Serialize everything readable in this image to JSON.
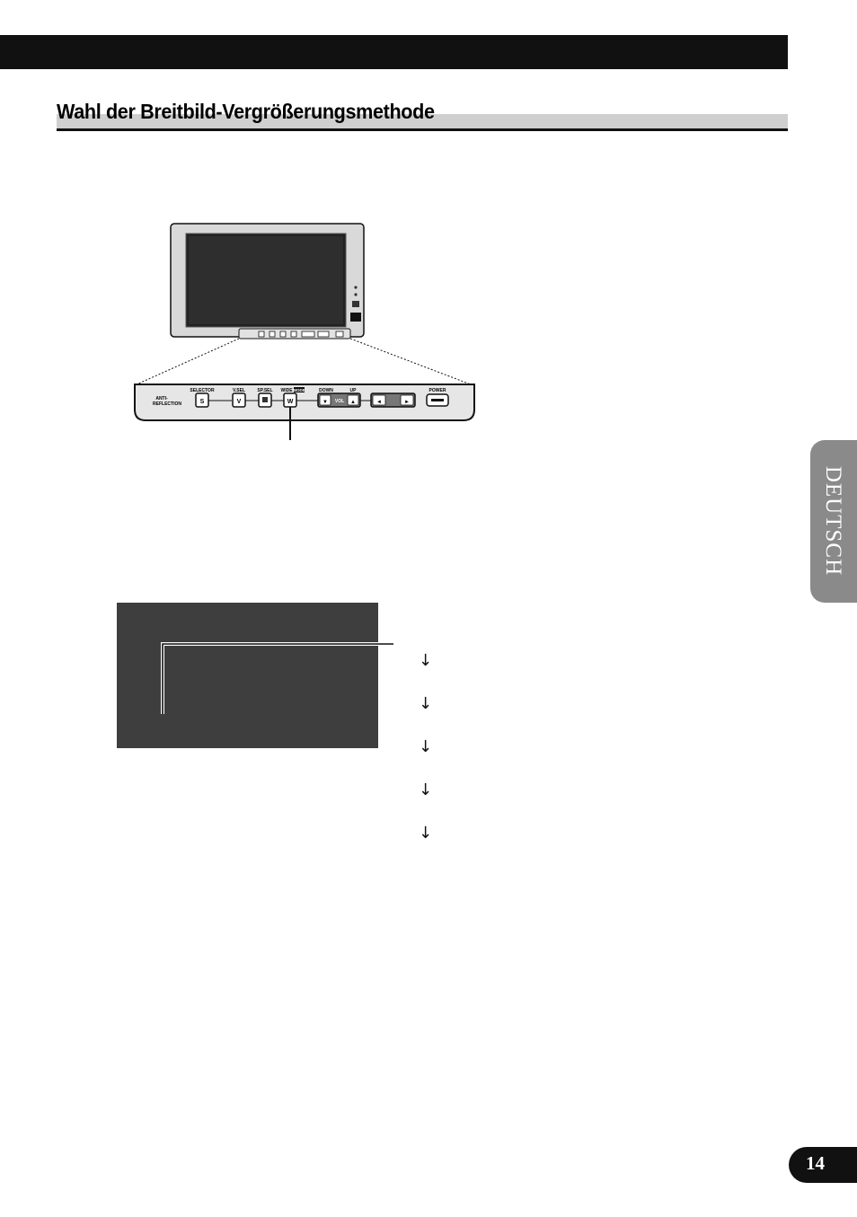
{
  "page": {
    "heading": "Wahl der Breitbild-Vergrößerungsmethode",
    "side_tab_label": "DEUTSCH",
    "page_number": "14"
  },
  "device": {
    "panel_labels": {
      "anti": "ANTI-",
      "reflection": "REFLECTION",
      "selector": "SELECTOR",
      "vsel": "V.SEL",
      "spsel": "SP.SEL",
      "wide": "WIDE",
      "mode": "MODE",
      "down": "DOWN",
      "up": "UP",
      "power": "POWER"
    },
    "button_glyphs": {
      "selector": "S",
      "vsel": "V",
      "wide": "W",
      "down": "▼",
      "vol": "VOL",
      "up": "▲",
      "left": "◄",
      "right": "►"
    }
  },
  "sequence": {
    "arrows": [
      "↓",
      "↓",
      "↓",
      "↓",
      "↓"
    ]
  },
  "colors": {
    "screen_demo": "#3e3e3e",
    "side_tab": "#8a8a8a",
    "page_tab": "#111111",
    "heading_band": "#cfcfcf"
  }
}
